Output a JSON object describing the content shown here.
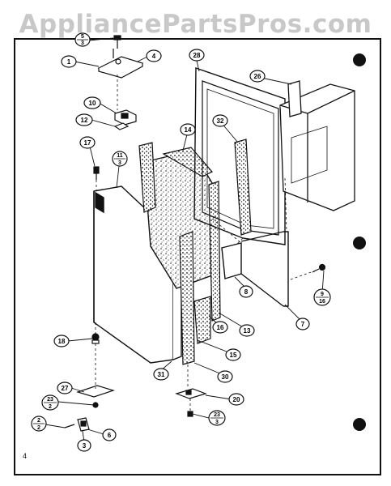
{
  "watermark": "AppliancePartsPros.com",
  "page_number": "4",
  "callouts": {
    "c5_3": {
      "top": "5",
      "bottom": "3"
    },
    "c1": "1",
    "c4": "4",
    "c10": "10",
    "c12": "12",
    "c17": "17",
    "c11_3": {
      "top": "11",
      "bottom": "3"
    },
    "c14": "14",
    "c28": "28",
    "c26": "26",
    "c32": "32",
    "c8": "8",
    "c9_16": {
      "top": "9",
      "bottom": "16"
    },
    "c7": "7",
    "c16": "16",
    "c13": "13",
    "c15": "15",
    "c18": "18",
    "c31": "31",
    "c30a": "30",
    "c27": "27",
    "c23_2": {
      "top": "23",
      "bottom": "2"
    },
    "c20": "20",
    "c2_2": {
      "top": "2",
      "bottom": "2"
    },
    "c6": "6",
    "c3": "3",
    "c23_3": {
      "top": "23",
      "bottom": "3"
    }
  },
  "colors": {
    "ink": "#111111",
    "paper": "#ffffff",
    "watermark": "#c8c8c8"
  }
}
